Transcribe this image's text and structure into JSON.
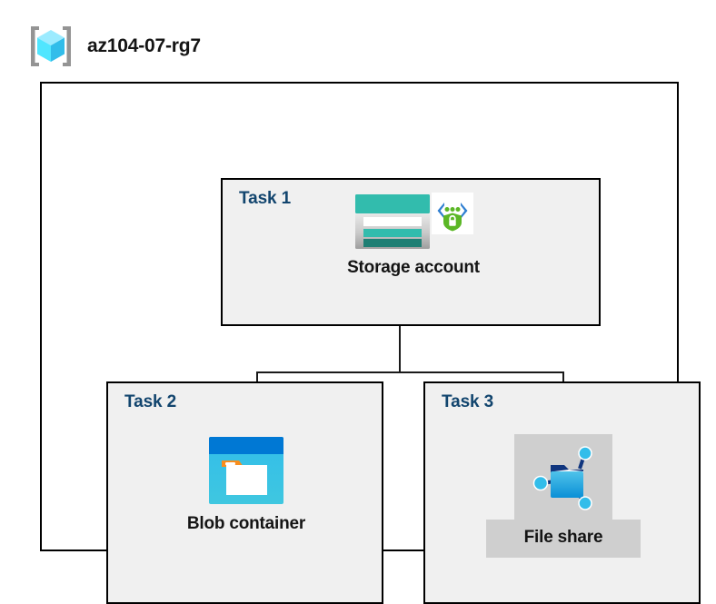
{
  "diagram": {
    "type": "azure-architecture",
    "resource_group": {
      "name": "az104-07-rg7",
      "icon": "resource-group-icon"
    },
    "tasks": [
      {
        "label": "Task 1",
        "node": {
          "caption": "Storage account",
          "icon": "storage-account-icon",
          "badge_icon": "secure-endpoint-shield-icon",
          "selected": false
        }
      },
      {
        "label": "Task 2",
        "node": {
          "caption": "Blob container",
          "icon": "blob-container-icon",
          "selected": false
        }
      },
      {
        "label": "Task 3",
        "node": {
          "caption": "File share",
          "icon": "file-share-icon",
          "selected": true
        }
      }
    ],
    "connections": [
      {
        "from": "Task 1",
        "to": "Task 2"
      },
      {
        "from": "Task 1",
        "to": "Task 3"
      }
    ],
    "colors": {
      "task_label": "#12456e",
      "caption": "#141414",
      "box_fill": "#f0f0f0",
      "box_border": "#000000",
      "connector": "#1a1a1a",
      "selection_highlight": "#cfcfcf",
      "storage_teal": "#32bcad",
      "storage_teal_dark": "#1e7f74",
      "blob_blue": "#0078d4",
      "blob_cyan": "#32bdea",
      "blob_orange": "#f78d1e",
      "shield_green": "#5bb726",
      "cube_cyan": "#50e6ff"
    }
  }
}
